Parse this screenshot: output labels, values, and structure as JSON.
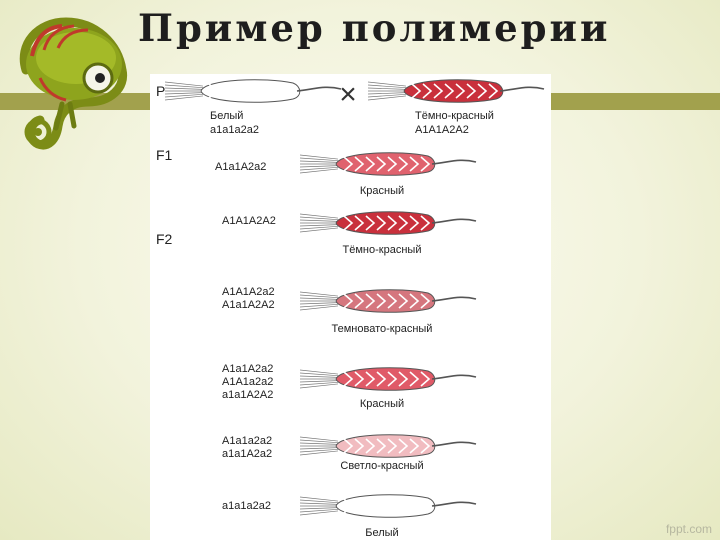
{
  "slide": {
    "title": "Пример полимерии",
    "footer": "fppt.com",
    "accent_color": "#a2a14d",
    "mascot_icon": "chameleon-icon"
  },
  "figure": {
    "generations": {
      "parent": "P",
      "f1": "F1",
      "f2": "F2"
    },
    "cross_symbol": "×",
    "parents": [
      {
        "phenotype": "Белый",
        "genotype": [
          "a1a1a2a2"
        ],
        "color": "#ffffff"
      },
      {
        "phenotype": "Тёмно-красный",
        "genotype": [
          "A1A1A2A2"
        ],
        "color": "#c9303c"
      }
    ],
    "f1": {
      "phenotype": "Красный",
      "genotype": [
        "A1a1A2a2"
      ],
      "color": "#e0626e"
    },
    "f2": [
      {
        "phenotype": "Тёмно-красный",
        "genotype": [
          "A1A1A2A2"
        ],
        "color": "#c9303c"
      },
      {
        "phenotype": "Темновато-красный",
        "genotype": [
          "A1A1A2a2",
          "A1a1A2A2"
        ],
        "color": "#d5767e"
      },
      {
        "phenotype": "Красный",
        "genotype": [
          "A1a1A2a2",
          "A1A1a2a2",
          "a1a1A2A2"
        ],
        "color": "#e05a68"
      },
      {
        "phenotype": "Светло-красный",
        "genotype": [
          "A1a1a2a2",
          "a1a1A2a2"
        ],
        "color": "#f1bcc0"
      },
      {
        "phenotype": "Белый",
        "genotype": [
          "a1a1a2a2"
        ],
        "color": "#ffffff"
      }
    ]
  }
}
